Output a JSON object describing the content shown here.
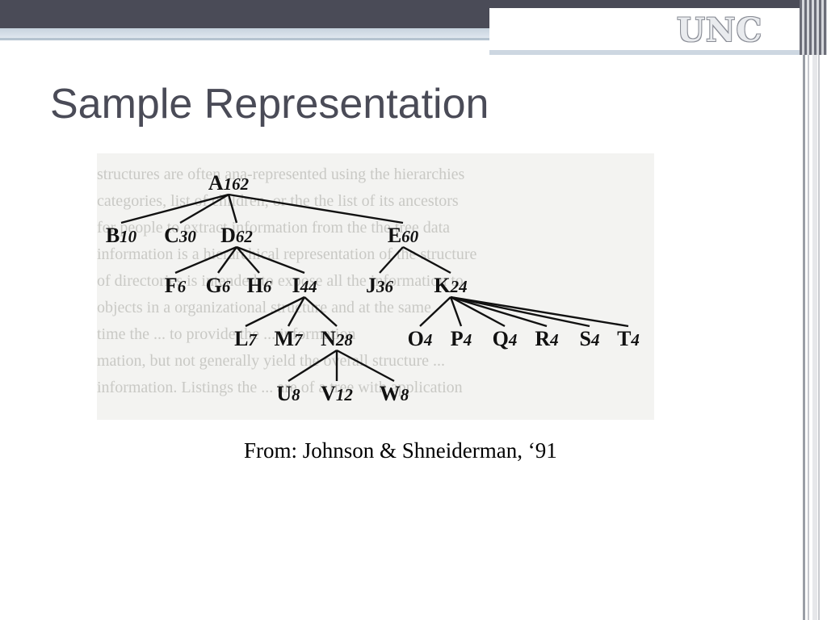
{
  "branding": {
    "logo_text": "UNC"
  },
  "slide": {
    "title": "Sample Representation",
    "caption": "From: Johnson & Shneiderman, ‘91"
  },
  "figure": {
    "background_text_lines": [
      "structures are often ana-represented using the hierarchies",
      "categories, list of children, or the the list of its ancestors",
      "for people to extract information from the the tree data",
      "information is a hierarchical representation of the structure",
      "of directories is intended to expose all the information to",
      "objects in a organizational structure and at the same",
      "time the ... to provide the ... information",
      "mation, but not generally yield the overall structure ...",
      "information. Listings the ... are of a tree with application"
    ],
    "tree_nodes": [
      {
        "id": "A",
        "letter": "A",
        "weight": "162"
      },
      {
        "id": "B",
        "letter": "B",
        "weight": "10"
      },
      {
        "id": "C",
        "letter": "C",
        "weight": "30"
      },
      {
        "id": "D",
        "letter": "D",
        "weight": "62"
      },
      {
        "id": "E",
        "letter": "E",
        "weight": "60"
      },
      {
        "id": "F",
        "letter": "F",
        "weight": "6"
      },
      {
        "id": "G",
        "letter": "G",
        "weight": "6"
      },
      {
        "id": "H",
        "letter": "H",
        "weight": "6"
      },
      {
        "id": "I",
        "letter": "I",
        "weight": "44"
      },
      {
        "id": "J",
        "letter": "J",
        "weight": "36"
      },
      {
        "id": "K",
        "letter": "K",
        "weight": "24"
      },
      {
        "id": "L",
        "letter": "L",
        "weight": "7"
      },
      {
        "id": "M",
        "letter": "M",
        "weight": "7"
      },
      {
        "id": "N",
        "letter": "N",
        "weight": "28"
      },
      {
        "id": "O",
        "letter": "O",
        "weight": "4"
      },
      {
        "id": "P",
        "letter": "P",
        "weight": "4"
      },
      {
        "id": "Q",
        "letter": "Q",
        "weight": "4"
      },
      {
        "id": "R",
        "letter": "R",
        "weight": "4"
      },
      {
        "id": "S",
        "letter": "S",
        "weight": "4"
      },
      {
        "id": "T",
        "letter": "T",
        "weight": "4"
      },
      {
        "id": "U",
        "letter": "U",
        "weight": "8"
      },
      {
        "id": "V",
        "letter": "V",
        "weight": "12"
      },
      {
        "id": "W",
        "letter": "W",
        "weight": "8"
      }
    ],
    "tree_edges": [
      [
        "A",
        "B"
      ],
      [
        "A",
        "C"
      ],
      [
        "A",
        "D"
      ],
      [
        "A",
        "E"
      ],
      [
        "D",
        "F"
      ],
      [
        "D",
        "G"
      ],
      [
        "D",
        "H"
      ],
      [
        "D",
        "I"
      ],
      [
        "E",
        "J"
      ],
      [
        "E",
        "K"
      ],
      [
        "I",
        "L"
      ],
      [
        "I",
        "M"
      ],
      [
        "I",
        "N"
      ],
      [
        "K",
        "O"
      ],
      [
        "K",
        "P"
      ],
      [
        "K",
        "Q"
      ],
      [
        "K",
        "R"
      ],
      [
        "K",
        "S"
      ],
      [
        "K",
        "T"
      ],
      [
        "N",
        "U"
      ],
      [
        "N",
        "V"
      ],
      [
        "N",
        "W"
      ]
    ]
  },
  "colors": {
    "title": "#4a4b57",
    "top_bar": "#4a4b57",
    "stripe": "#c7d3de",
    "tree_ink": "#111111"
  }
}
